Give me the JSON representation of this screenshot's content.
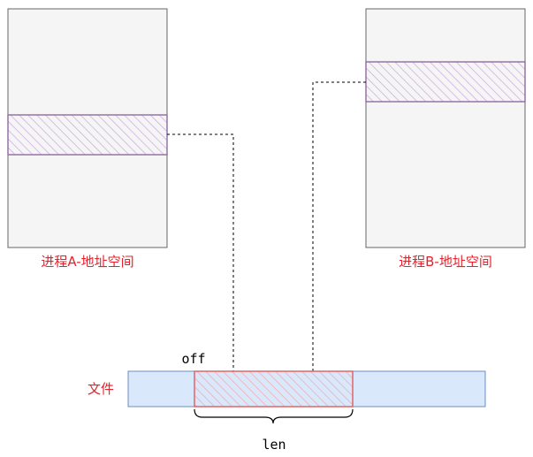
{
  "process_a": {
    "label": "进程A-地址空间"
  },
  "process_b": {
    "label": "进程B-地址空间"
  },
  "file": {
    "label": "文件",
    "offset_label": "off",
    "length_label": "len"
  },
  "colors": {
    "address_space_fill": "#f5f5f5",
    "address_space_stroke": "#666666",
    "mapped_region_stroke": "#9673a6",
    "mapped_region_hatch": "#c8a8dc",
    "file_fill": "#dae8fc",
    "file_stroke": "#6c8ebf",
    "file_region_stroke": "#e06666",
    "file_region_hatch": "#f4a6a6",
    "label_red": "#e8202a"
  }
}
